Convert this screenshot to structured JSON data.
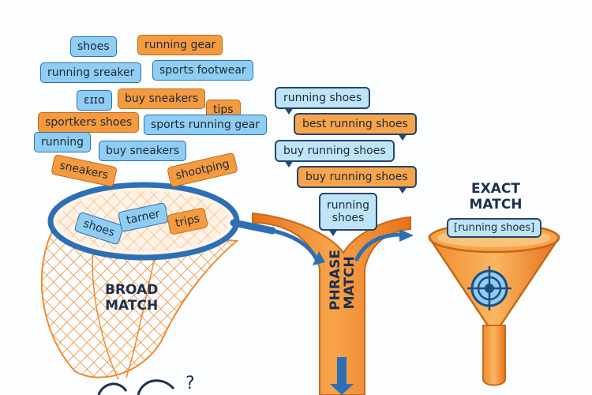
{
  "broad": {
    "label": "BROAD\nMATCH",
    "cloud_tags": [
      {
        "text": "shoes",
        "color": "blue"
      },
      {
        "text": "running gear",
        "color": "orange"
      },
      {
        "text": "running sreaker",
        "color": "blue"
      },
      {
        "text": "sports footwear",
        "color": "blue"
      },
      {
        "text": "ɛɪɪɑ",
        "color": "blue"
      },
      {
        "text": "buy sneakers",
        "color": "orange"
      },
      {
        "text": "tips",
        "color": "orange"
      },
      {
        "text": "sportkers shoes",
        "color": "orange"
      },
      {
        "text": "sports running gear",
        "color": "blue"
      },
      {
        "text": "running",
        "color": "blue"
      },
      {
        "text": "buy sneakers",
        "color": "blue"
      },
      {
        "text": "sneakers",
        "color": "orange"
      },
      {
        "text": "shootping",
        "color": "orange"
      }
    ],
    "net_tags": [
      {
        "text": "shoes",
        "color": "blue"
      },
      {
        "text": "tarner",
        "color": "blue"
      },
      {
        "text": "trips",
        "color": "orange"
      }
    ]
  },
  "phrase": {
    "label": "PHRASE\nMATCH",
    "bubbles": [
      {
        "text": "running shoes",
        "color": "blue"
      },
      {
        "text": "best running shoes",
        "color": "orange"
      },
      {
        "text": "buy running shoes",
        "color": "blue"
      },
      {
        "text": "buy running shoes",
        "color": "orange"
      },
      {
        "text": "running shoes",
        "color": "blue"
      }
    ]
  },
  "exact": {
    "label": "EXACT\nMATCH",
    "keyword": "[running shoes]"
  },
  "colors": {
    "blue": "#2d6fb5",
    "light_blue": "#8fcdf2",
    "orange": "#f49a3f",
    "dark_orange": "#c46a1a",
    "navy": "#1e2f4f"
  },
  "icons": [
    "butterfly-net-icon",
    "split-pipe-icon",
    "funnel-icon",
    "target-icon",
    "arrow-icon"
  ]
}
